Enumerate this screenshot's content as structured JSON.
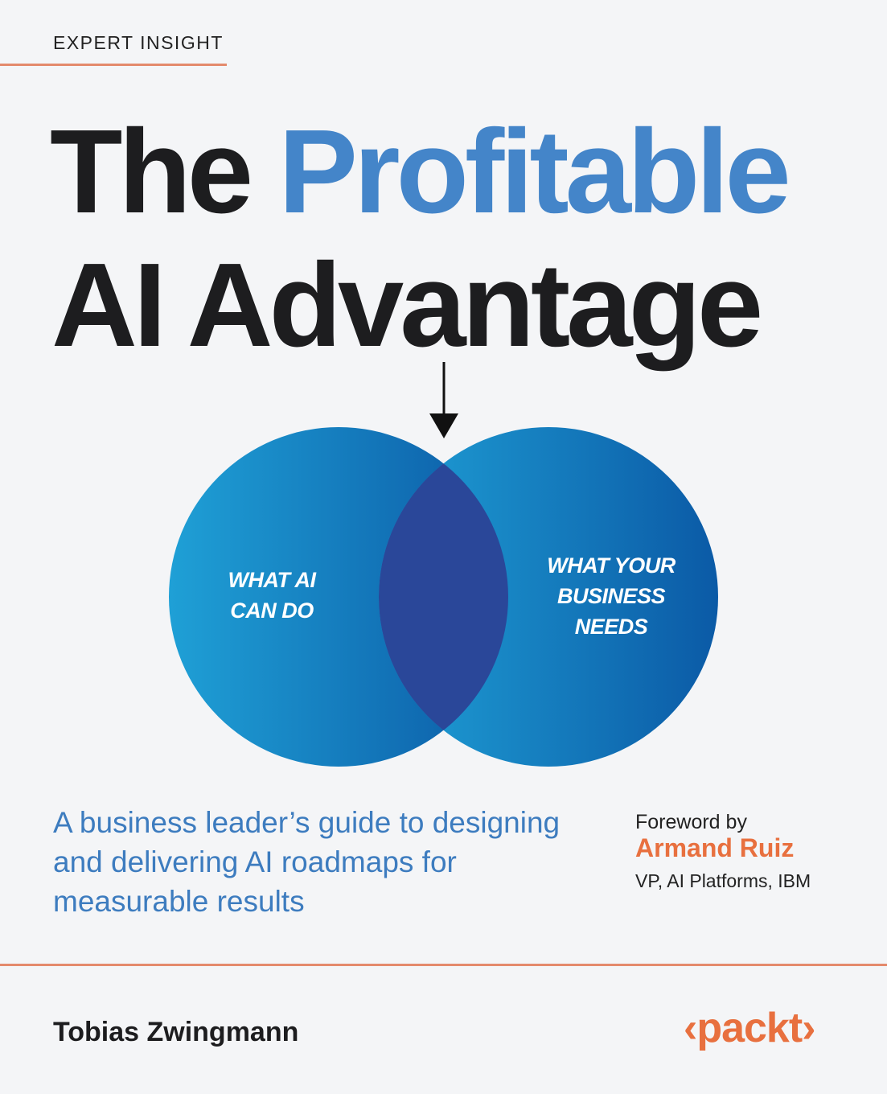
{
  "cover": {
    "series": "EXPERT INSIGHT",
    "title_line1_part1": "The",
    "title_line1_part2": "Profitable",
    "title_line2": "AI Advantage",
    "venn_left": "WHAT AI CAN DO",
    "venn_left_l1": "WHAT AI",
    "venn_left_l2": "CAN DO",
    "venn_right_l1": "WHAT YOUR",
    "venn_right_l2": "BUSINESS",
    "venn_right_l3": "NEEDS",
    "subtitle": "A business leader’s guide to designing and delivering AI roadmaps for measurable results",
    "foreword_label": "Foreword by",
    "foreword_name": "Armand Ruiz",
    "foreword_role": "VP, AI Platforms, IBM",
    "author": "Tobias Zwingmann",
    "publisher_logo": "‹packt›"
  },
  "colors": {
    "accent_blue": "#4485c9",
    "accent_orange": "#e8703f",
    "rule": "#e48a6c",
    "venn_light": "#1fa0d6",
    "venn_dark": "#0b5aa6",
    "venn_overlap": "#2a4799"
  }
}
